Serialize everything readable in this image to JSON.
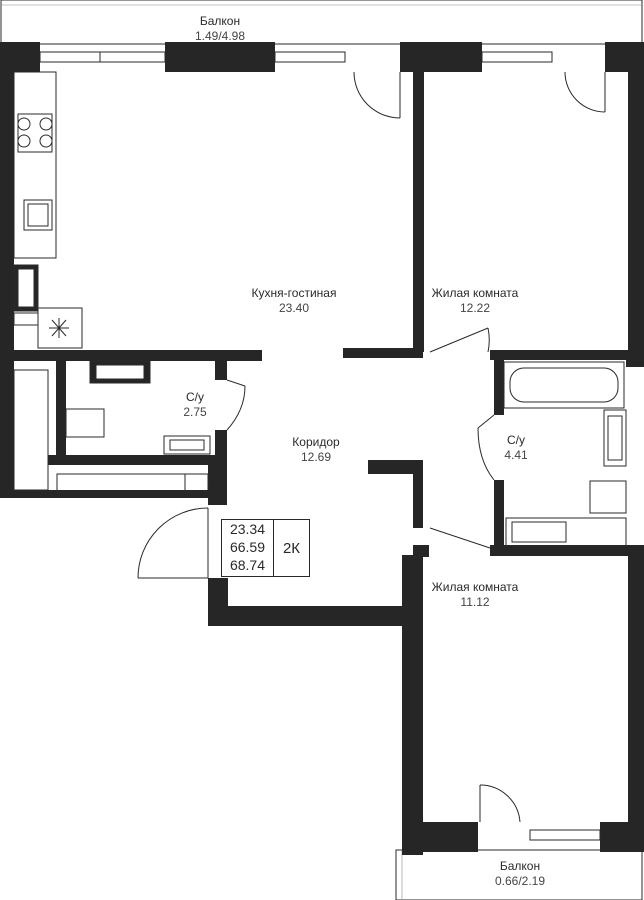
{
  "plan": {
    "wall_color": "#262626",
    "rooms": [
      {
        "id": "balcony-top",
        "name": "Балкон",
        "area": "1.49/4.98"
      },
      {
        "id": "kitchen-living",
        "name": "Кухня-гостиная",
        "area": "23.40"
      },
      {
        "id": "bedroom-1",
        "name": "Жилая комната",
        "area": "12.22"
      },
      {
        "id": "bathroom-1",
        "name": "С/у",
        "area": "2.75"
      },
      {
        "id": "corridor",
        "name": "Коридор",
        "area": "12.69"
      },
      {
        "id": "bathroom-2",
        "name": "С/у",
        "area": "4.41"
      },
      {
        "id": "bedroom-2",
        "name": "Жилая комната",
        "area": "11.12"
      },
      {
        "id": "balcony-bottom",
        "name": "Балкон",
        "area": "0.66/2.19"
      }
    ],
    "summary": {
      "areas": [
        "23.34",
        "66.59",
        "68.74"
      ],
      "type": "2К"
    }
  }
}
